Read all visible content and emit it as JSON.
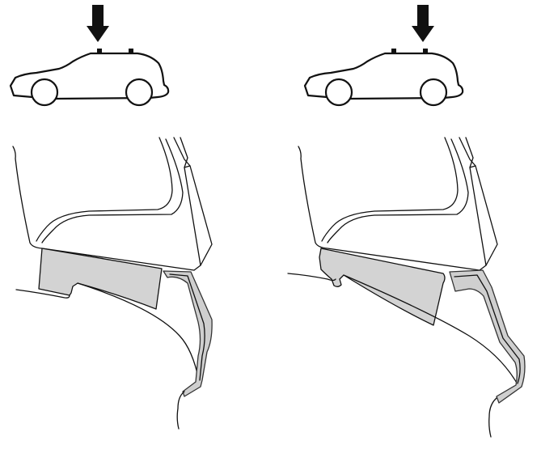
{
  "diagram": {
    "panels": [
      {
        "id": "left",
        "arrow_target": "front-roof-mount",
        "pad_shape": "square-with-notch",
        "pad_color": "#d3d3d3"
      },
      {
        "id": "right",
        "arrow_target": "rear-roof-mount",
        "pad_shape": "angled-with-hook",
        "pad_color": "#d3d3d3"
      }
    ],
    "colors": {
      "line": "#111111",
      "gray_fill": "#d3d3d3",
      "background": "#ffffff"
    }
  }
}
